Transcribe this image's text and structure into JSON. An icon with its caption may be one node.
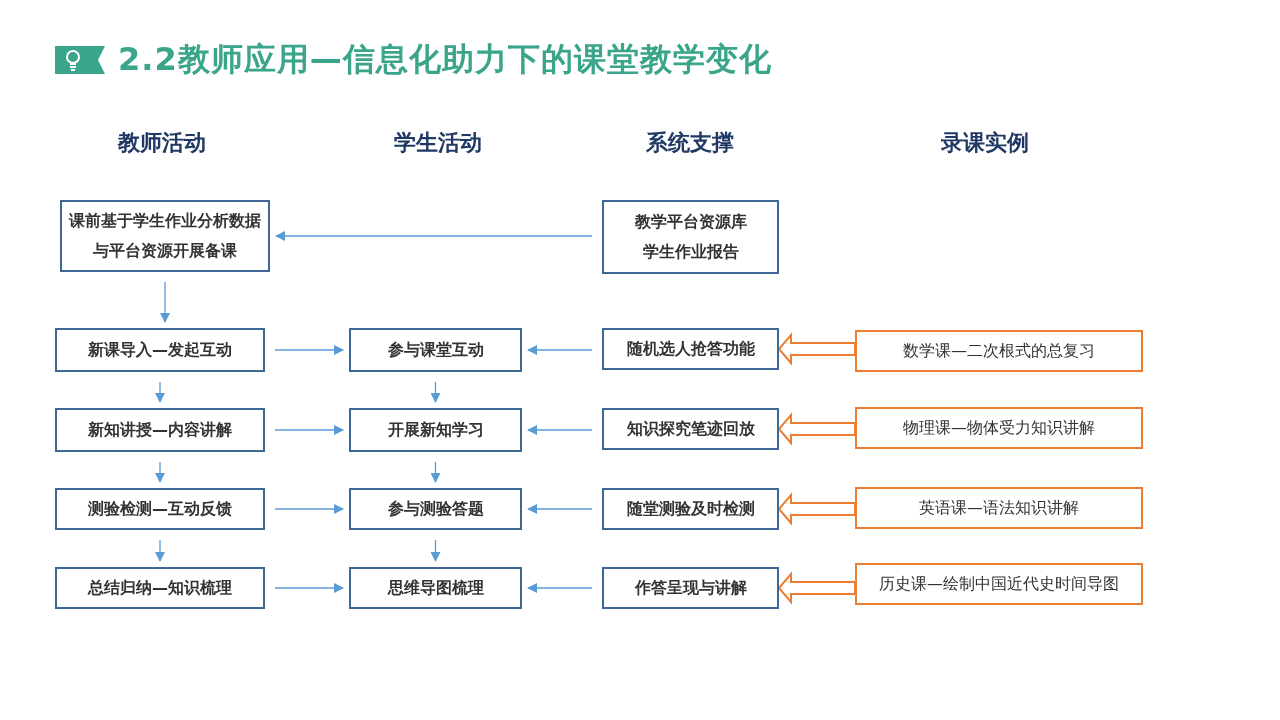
{
  "diagram": {
    "title": "2.2教师应用—信息化助力下的课堂教学变化",
    "nodes": [
      {
        "text": [
          "课前基于学生作业分析数据与平台资源开展备课"
        ]
      },
      {
        "text": [
          "教学平台资源库",
          "学生作业报告"
        ]
      },
      {
        "text": [
          "新课导入—发起互动"
        ]
      },
      {
        "text": [
          "新知讲授—内容讲解"
        ]
      },
      {
        "text": [
          "测验检测—互动反馈"
        ]
      },
      {
        "text": [
          "总结归纳—知识梳理"
        ]
      },
      {
        "text": [
          "参与课堂互动"
        ]
      },
      {
        "text": [
          "开展新知学习"
        ]
      },
      {
        "text": [
          "参与测验答题"
        ]
      },
      {
        "text": [
          "思维导图梳理"
        ]
      },
      {
        "text": [
          "随机选人抢答功能"
        ]
      },
      {
        "text": [
          "知识探究笔迹回放"
        ]
      },
      {
        "text": [
          "随堂测验及时检测"
        ]
      },
      {
        "text": [
          "作答呈现与讲解"
        ]
      },
      {
        "text": [
          "数学课—二次根式的总复习"
        ]
      },
      {
        "text": [
          "物理课—物体受力知识讲解"
        ]
      },
      {
        "text": [
          "英语课—语法知识讲解"
        ]
      },
      {
        "text": [
          "历史课—绘制中国近代史时间导图"
        ]
      }
    ],
    "edges": [
      {
        "from": 1,
        "to": 0,
        "arrow": "to"
      },
      {
        "from": 0,
        "to": 2,
        "arrow": "to"
      },
      {
        "from": 2,
        "to": 3,
        "arrow": "to"
      },
      {
        "from": 3,
        "to": 4,
        "arrow": "to"
      },
      {
        "from": 4,
        "to": 5,
        "arrow": "to"
      },
      {
        "from": 6,
        "to": 7,
        "arrow": "to"
      },
      {
        "from": 7,
        "to": 8,
        "arrow": "to"
      },
      {
        "from": 8,
        "to": 9,
        "arrow": "to"
      },
      {
        "from": 2,
        "to": 6,
        "arrow": "to"
      },
      {
        "from": 3,
        "to": 7,
        "arrow": "to"
      },
      {
        "from": 4,
        "to": 8,
        "arrow": "to"
      },
      {
        "from": 5,
        "to": 9,
        "arrow": "to"
      },
      {
        "from": 10,
        "to": 6,
        "arrow": "to"
      },
      {
        "from": 11,
        "to": 7,
        "arrow": "to"
      },
      {
        "from": 12,
        "to": 8,
        "arrow": "to"
      },
      {
        "from": 13,
        "to": 9,
        "arrow": "to"
      },
      {
        "from": 14,
        "to": 10,
        "arrow": "to",
        "color": "#ed7d31"
      },
      {
        "from": 15,
        "to": 11,
        "arrow": "to",
        "color": "#ed7d31"
      },
      {
        "from": 16,
        "to": 12,
        "arrow": "to",
        "color": "#ed7d31"
      },
      {
        "from": 17,
        "to": 13,
        "arrow": "to",
        "color": "#ed7d31"
      }
    ],
    "labels": [
      "教师活动",
      "学生活动",
      "系统支撑",
      "录课实例"
    ]
  }
}
